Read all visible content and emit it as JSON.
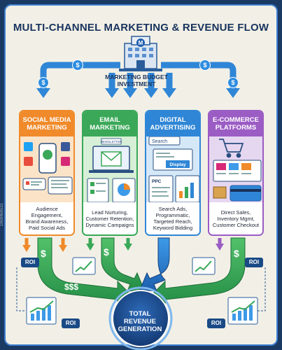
{
  "title": "MULTI-CHANNEL MARKETING & REVENUE FLOW",
  "budget": {
    "label_line1": "MARKETING BUDGET",
    "label_line2": "INVESTMENT",
    "building_letter": "M"
  },
  "channels": [
    {
      "title_line1": "SOCIAL MEDIA",
      "title_line2": "MARKETING",
      "desc_line1": "Audience Engagement,",
      "desc_line2": "Brand Awareness,",
      "desc_line3": "Paid Social Ads",
      "color": "#f08a2a",
      "light": "#fbe3c7"
    },
    {
      "title_line1": "EMAIL",
      "title_line2": "MARKETING",
      "desc_line1": "Lead Nurturing,",
      "desc_line2": "Customer Retention,",
      "desc_line3": "Dynamic Campaigns",
      "color": "#3aa858",
      "light": "#d6efd6",
      "badge": "NEWSLETTER"
    },
    {
      "title_line1": "DIGITAL",
      "title_line2": "ADVERTISING",
      "desc_line1": "Search Ads,",
      "desc_line2": "Programmatic,",
      "desc_line3": "Targeted Reach,",
      "desc_line4": "Keyword Bidding",
      "color": "#2f86d6",
      "light": "#d5e8f8",
      "search_text": "Search",
      "display_text": "Display",
      "ppc_text": "PPC"
    },
    {
      "title_line1": "E-COMMERCE",
      "title_line2": "PLATFORMS",
      "desc_line1": "Direct Sales,",
      "desc_line2": "Inventory Mgmt,",
      "desc_line3": "Customer Checkout",
      "color": "#9b5cc4",
      "light": "#e6d7f1"
    }
  ],
  "roi_label": "ROI",
  "dollar_sign": "$",
  "dollar_triple": "$$$",
  "total": {
    "line1": "TOTAL",
    "line2": "REVENUE",
    "line3": "GENERATION"
  },
  "watermark": "1968468531",
  "colors": {
    "navy": "#18335e",
    "orange": "#f08a2a",
    "green": "#3aa858",
    "blue": "#2f86d6",
    "purple": "#9b5cc4",
    "frame_blue": "#3d7fd0"
  }
}
